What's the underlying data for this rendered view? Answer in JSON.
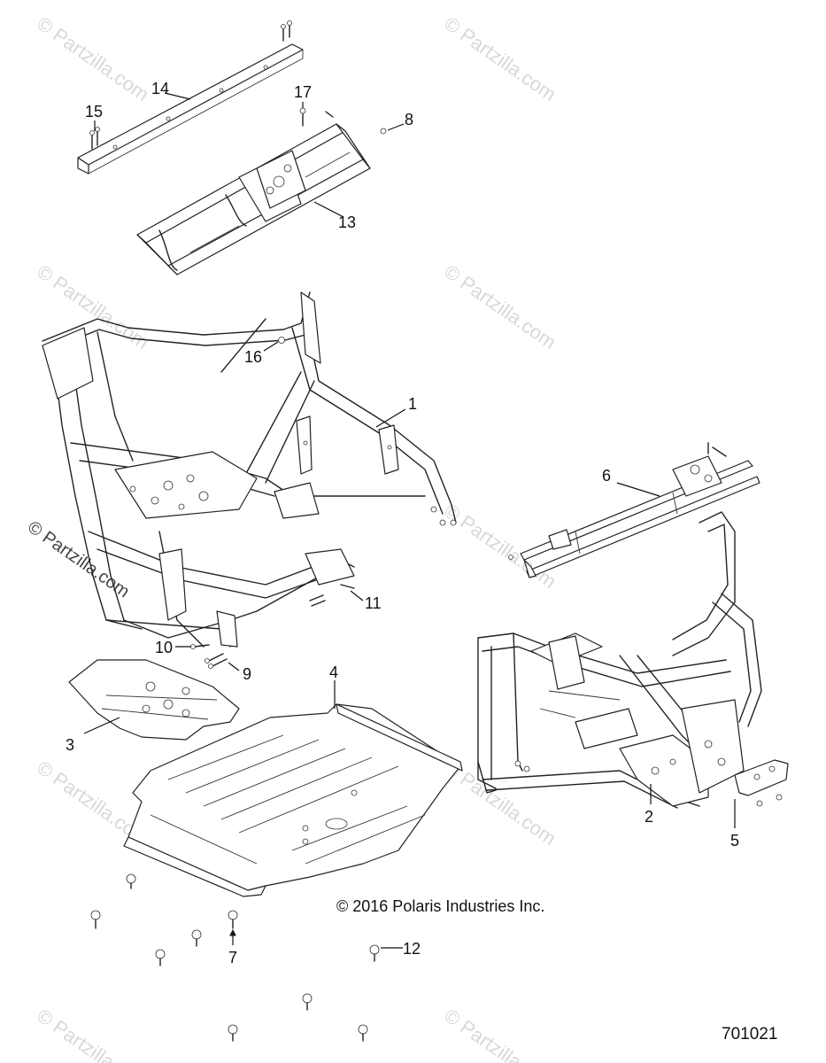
{
  "watermark_text": "© Partzilla.com",
  "copyright": "© 2016 Polaris Industries Inc.",
  "drawing_id": "701021",
  "callouts": [
    "1",
    "2",
    "3",
    "4",
    "5",
    "6",
    "7",
    "8",
    "9",
    "10",
    "11",
    "12",
    "13",
    "14",
    "15",
    "16",
    "17"
  ]
}
